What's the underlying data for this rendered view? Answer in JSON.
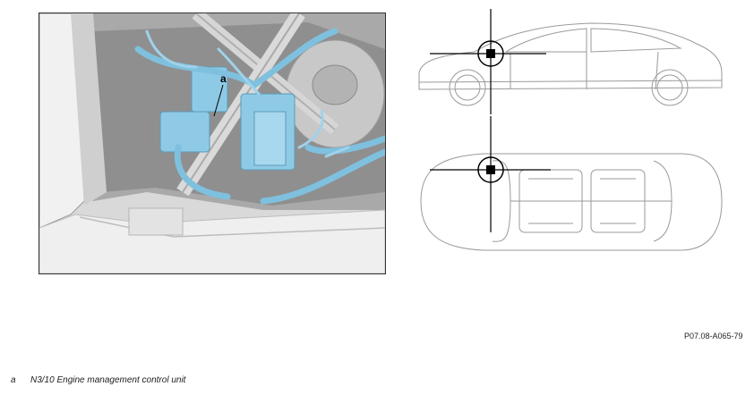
{
  "photo": {
    "callout": "a"
  },
  "figure_code": "P07.08-A065-79",
  "legend": [
    {
      "key": "a",
      "text": "N3/10 Engine management control unit"
    }
  ]
}
